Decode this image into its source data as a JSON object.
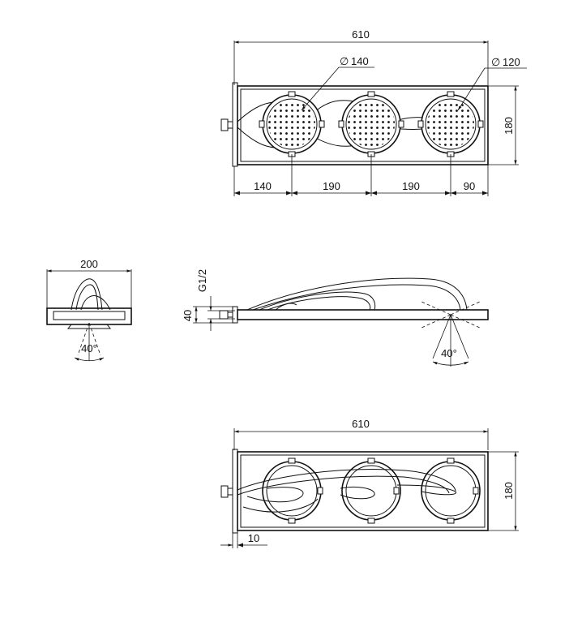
{
  "top_view": {
    "dim_total": "610",
    "dim_large_diameter": "140",
    "dim_small_diameter": "120",
    "dim_height": "180",
    "dim_segment_1": "140",
    "dim_segment_2": "190",
    "dim_segment_3": "190",
    "dim_segment_4": "90",
    "diameter_symbol": "∅"
  },
  "end_view": {
    "dim_width": "200",
    "angle": "40°"
  },
  "side_view": {
    "thread": "G1/2",
    "dim_thickness": "40",
    "angle": "40°"
  },
  "bottom_view": {
    "dim_total": "610",
    "dim_height": "180",
    "dim_offset": "10"
  }
}
